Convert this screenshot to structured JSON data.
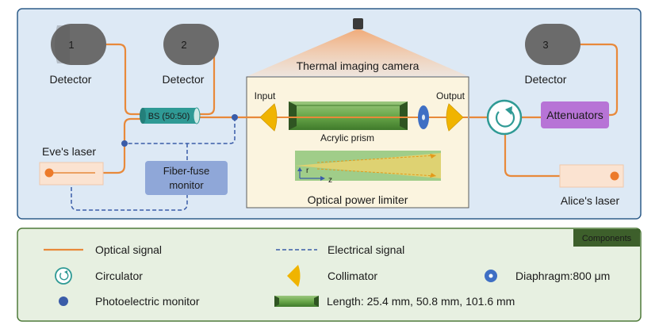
{
  "diagram": {
    "detector_numbers": [
      "1",
      "2",
      "3"
    ],
    "detector_label": "Detector",
    "bs_label": "BS (50:50)",
    "camera_label": "Thermal imaging camera",
    "input_label": "Input",
    "output_label": "Output",
    "prism_label": "Acrylic prism",
    "limiter_label": "Optical power limiter",
    "eve_label": "Eve's laser",
    "fiber_monitor_label_1": "Fiber-fuse",
    "fiber_monitor_label_2": "monitor",
    "attenuators_label": "Attenuators",
    "alice_label": "Alice's laser",
    "axis_r": "r",
    "axis_z": "z"
  },
  "legend": {
    "badge": "Components",
    "optical_signal": "Optical signal",
    "electrical_signal": "Electrical signal",
    "circulator": "Circulator",
    "collimator": "Collimator",
    "diaphragm": "Diaphragm:800 μm",
    "photoelectric_monitor": "Photoelectric monitor",
    "length": "Length: 25.4 mm, 50.8 mm, 101.6 mm"
  },
  "colors": {
    "panel_bg": "#dde9f5",
    "panel_border": "#2f5d8a",
    "legend_bg": "#e7f0e1",
    "legend_border": "#4f7a3a",
    "fiber": "#e8893a",
    "electrical": "#3a5ca8",
    "detector": "#6b6b6b",
    "teal": "#2f9a95",
    "attenuator": "#b774d6",
    "monitor_box": "#8fa7d8",
    "limiter_bg": "#fbf4df",
    "prism_green": "#5e9b3b",
    "collimator": "#f0b400",
    "diaphragm": "#3f6fc4",
    "camera_cone": "#f6c09a"
  }
}
